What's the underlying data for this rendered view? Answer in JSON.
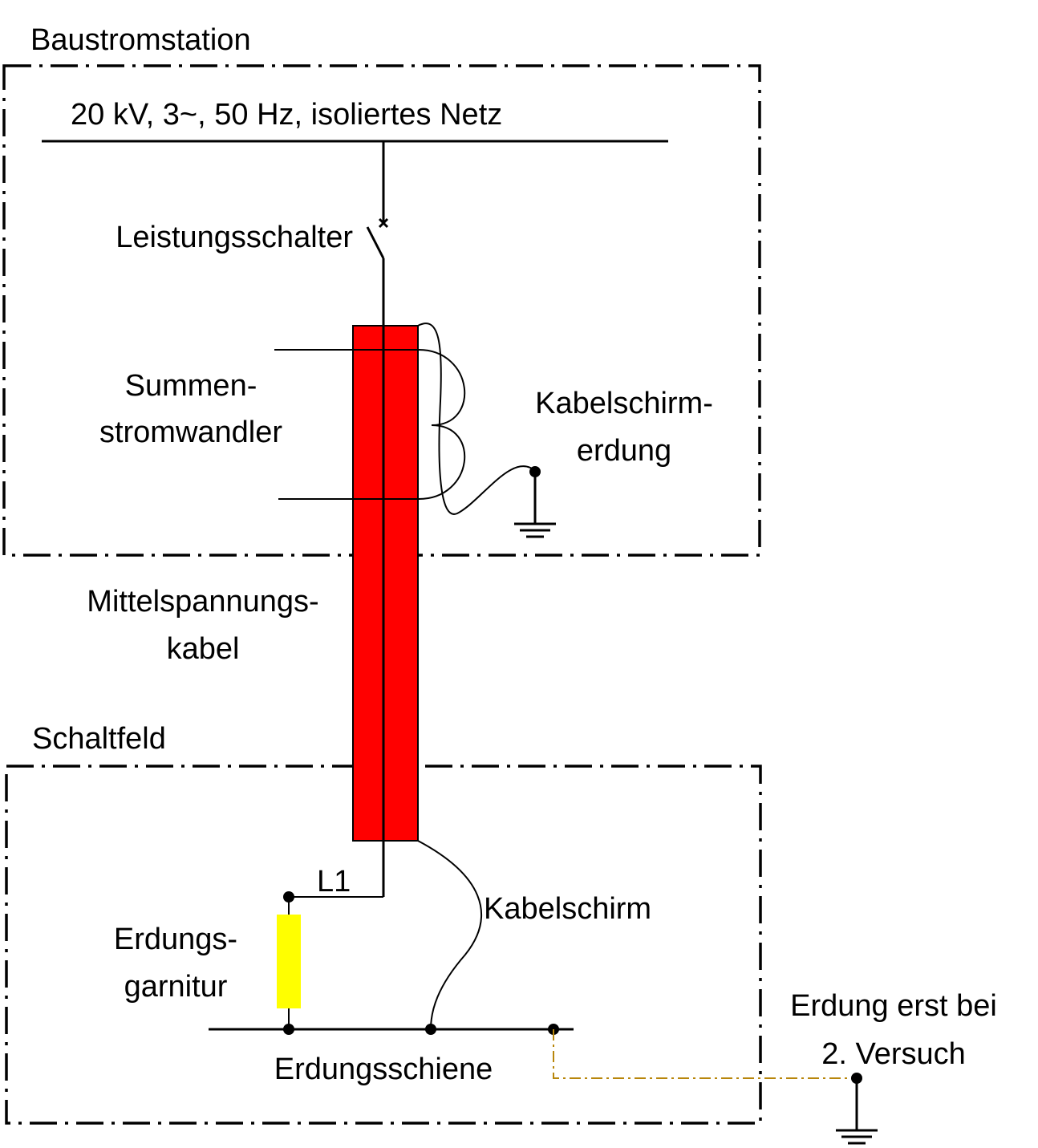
{
  "labels": {
    "baustromstation": "Baustromstation",
    "netz": "20 kV, 3~, 50 Hz, isoliertes Netz",
    "leistungsschalter": "Leistungsschalter",
    "summen_line1": "Summen-",
    "summen_line2": "stromwandler",
    "kabelschirmerdung_line1": "Kabelschirm-",
    "kabelschirmerdung_line2": "erdung",
    "mittelspannung_line1": "Mittelspannungs-",
    "mittelspannung_line2": "kabel",
    "schaltfeld": "Schaltfeld",
    "l1": "L1",
    "kabelschirm": "Kabelschirm",
    "erdungsgarnitur_line1": "Erdungs-",
    "erdungsgarnitur_line2": "garnitur",
    "erdungsschiene": "Erdungsschiene",
    "erdung_versuch_line1": "Erdung erst bei",
    "erdung_versuch_line2": "2. Versuch"
  },
  "colors": {
    "cable": "#ff0000",
    "erdungsgarnitur": "#ffff00",
    "second_attempt_line": "#b8860b",
    "lines": "#000000"
  }
}
